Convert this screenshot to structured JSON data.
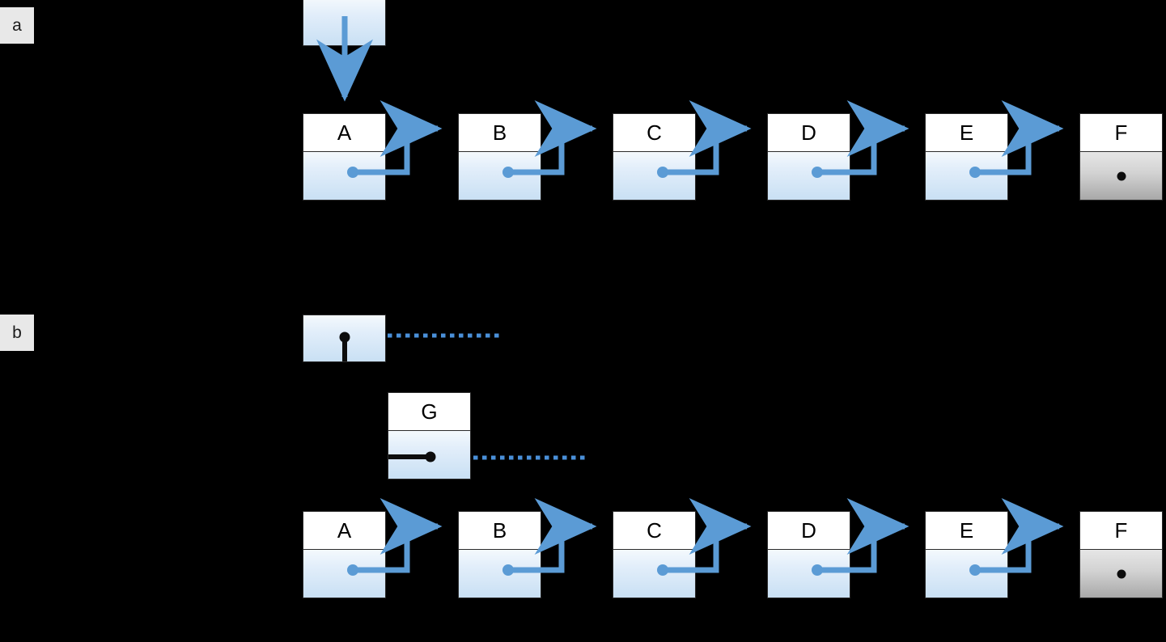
{
  "figure": {
    "background_color": "#000000",
    "accent_color": "#5b9bd5",
    "null_color": "#0d0d0d",
    "badge_bg": "#e8e8e8"
  },
  "panels": [
    {
      "id": "a",
      "label": "a"
    },
    {
      "id": "b",
      "label": "b"
    }
  ],
  "panel_a": {
    "head_box": {
      "label": "",
      "kind": "pointer-box"
    },
    "head_arrow": {
      "kind": "blue-arrow-down",
      "target": "A"
    },
    "nodes": [
      {
        "label": "A",
        "next": "B",
        "terminal": false
      },
      {
        "label": "B",
        "next": "C",
        "terminal": false
      },
      {
        "label": "C",
        "next": "D",
        "terminal": false
      },
      {
        "label": "D",
        "next": "E",
        "terminal": false
      },
      {
        "label": "E",
        "next": "F",
        "terminal": false
      },
      {
        "label": "F",
        "next": "null",
        "terminal": true
      }
    ]
  },
  "panel_b": {
    "head_box": {
      "label": "",
      "kind": "pointer-box",
      "marker": "black-dot-with-stem"
    },
    "head_dotted_line": {
      "kind": "blue-dotted-line"
    },
    "new_node": {
      "label": "G",
      "marker": "black-line-to-dot",
      "dotted_line": {
        "kind": "blue-dotted-line"
      }
    },
    "nodes": [
      {
        "label": "A",
        "next": "B",
        "terminal": false
      },
      {
        "label": "B",
        "next": "C",
        "terminal": false
      },
      {
        "label": "C",
        "next": "D",
        "terminal": false
      },
      {
        "label": "D",
        "next": "E",
        "terminal": false
      },
      {
        "label": "E",
        "next": "F",
        "terminal": false
      },
      {
        "label": "F",
        "next": "null",
        "terminal": true
      }
    ]
  }
}
